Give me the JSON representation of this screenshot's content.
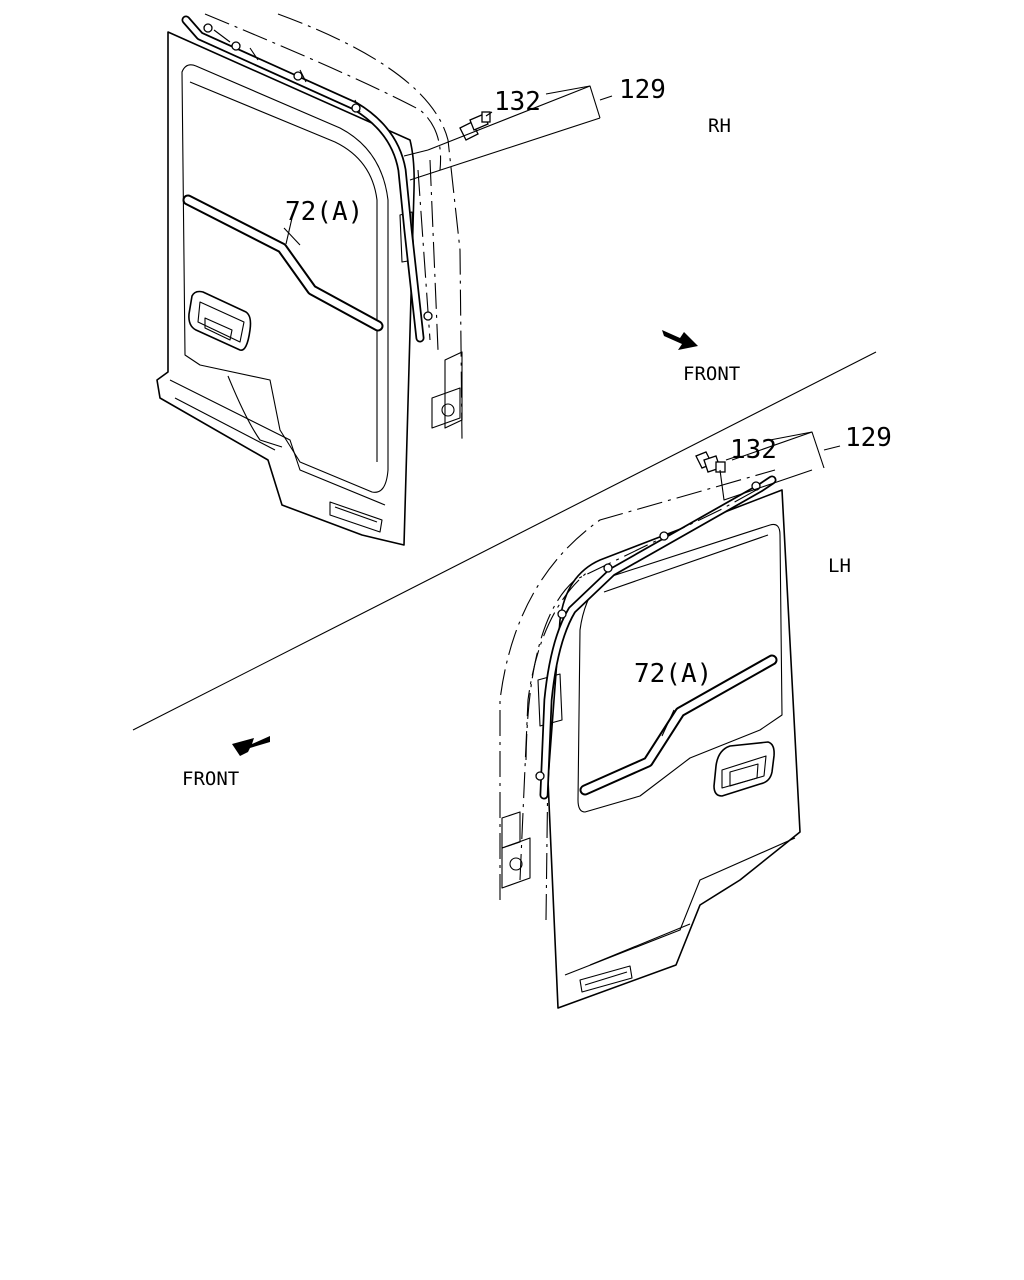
{
  "labels": {
    "rh": "RH",
    "lh": "LH",
    "front_top": "FRONT",
    "front_bottom": "FRONT",
    "rh_part_129": "129",
    "rh_part_132": "132",
    "rh_part_72a": "72(A)",
    "lh_part_129": "129",
    "lh_part_132": "132",
    "lh_part_72a": "72(A)"
  }
}
